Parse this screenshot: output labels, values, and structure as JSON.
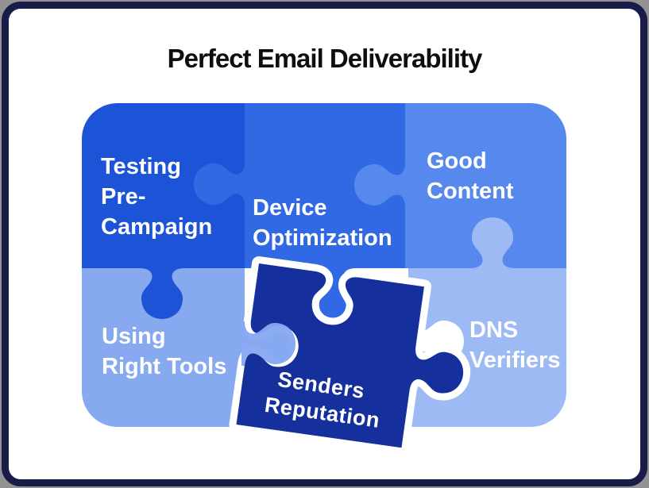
{
  "title": "Perfect Email Deliverability",
  "colors": {
    "outer_background": "#939393",
    "frame_border": "#191C49",
    "card_background": "#FFFFFF",
    "dark_blue": "#1D53D6",
    "medium_blue": "#3169E4",
    "light_blue": "#5688EE",
    "lighter_blue": "#87A9F0",
    "lightest_blue": "#9DBAF5",
    "navy": "#15309C",
    "label_text": "#FFFFFF",
    "title_text": "#0D0D12",
    "gap_white": "#FFFFFF"
  },
  "pieces": {
    "testing": {
      "label": "Testing\nPre-\nCampaign"
    },
    "device": {
      "label": "Device\nOptimization"
    },
    "good": {
      "label": "Good\nContent"
    },
    "using": {
      "label": "Using\nRight Tools"
    },
    "dns": {
      "label": "DNS\nVerifiers"
    },
    "senders": {
      "line1": "Senders",
      "line2": "Reputation"
    }
  }
}
